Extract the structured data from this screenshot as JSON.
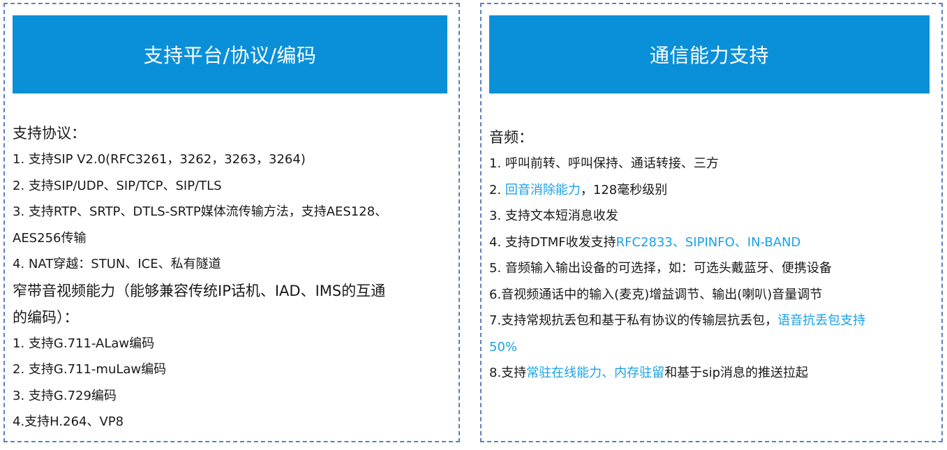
{
  "left_panel": {
    "title": "支持平台/协议/编码",
    "protocols": {
      "heading": "支持协议：",
      "items": [
        "1. 支持SIP V2.0(RFC3261，3262，3263，3264)",
        "2. 支持SIP/UDP、SIP/TCP、SIP/TLS",
        "3. 支持RTP、SRTP、DTLS-SRTP媒体流传输方法，支持AES128、",
        "AES256传输",
        "4. NAT穿越：STUN、ICE、私有隧道"
      ]
    },
    "codecs": {
      "heading_line1": "窄带音视频能力（能够兼容传统IP话机、IAD、IMS的互通",
      "heading_line2": "的编码）：",
      "items": [
        "1. 支持G.711-ALaw编码",
        "2. 支持G.711-muLaw编码",
        "3. 支持G.729编码",
        "4.支持H.264、VP8"
      ]
    }
  },
  "right_panel": {
    "title": "通信能力支持",
    "audio": {
      "heading": "音频：",
      "item1": "1. 呼叫前转、呼叫保持、通话转接、三方",
      "item2": {
        "prefix": "2. ",
        "highlight": "回音消除能力",
        "suffix": "，128毫秒级别"
      },
      "item3": "3. 支持文本短消息收发",
      "item4": {
        "prefix": "4. 支持DTMF收发支持",
        "highlight": "RFC2833、SIPINFO、IN-BAND"
      },
      "item5": "5. 音频输入输出设备的可选择，如：可选头戴蓝牙、便携设备",
      "item6": "6.音视频通话中的输入(麦克)增益调节、输出(喇叭)音量调节",
      "item7": {
        "prefix": "7.支持常规抗丢包和基于私有协议的传输层抗丢包，",
        "highlight": "语音抗丢包支持",
        "highlight_line2": "50%"
      },
      "item8": {
        "prefix": "8.支持",
        "highlight": "常驻在线能力、内存驻留",
        "suffix": "和基于sip消息的推送拉起"
      }
    }
  },
  "colors": {
    "banner_bg": "#0a90d8",
    "highlight_text": "#1aa1e6",
    "dashed_border": "#5b7fbf"
  }
}
